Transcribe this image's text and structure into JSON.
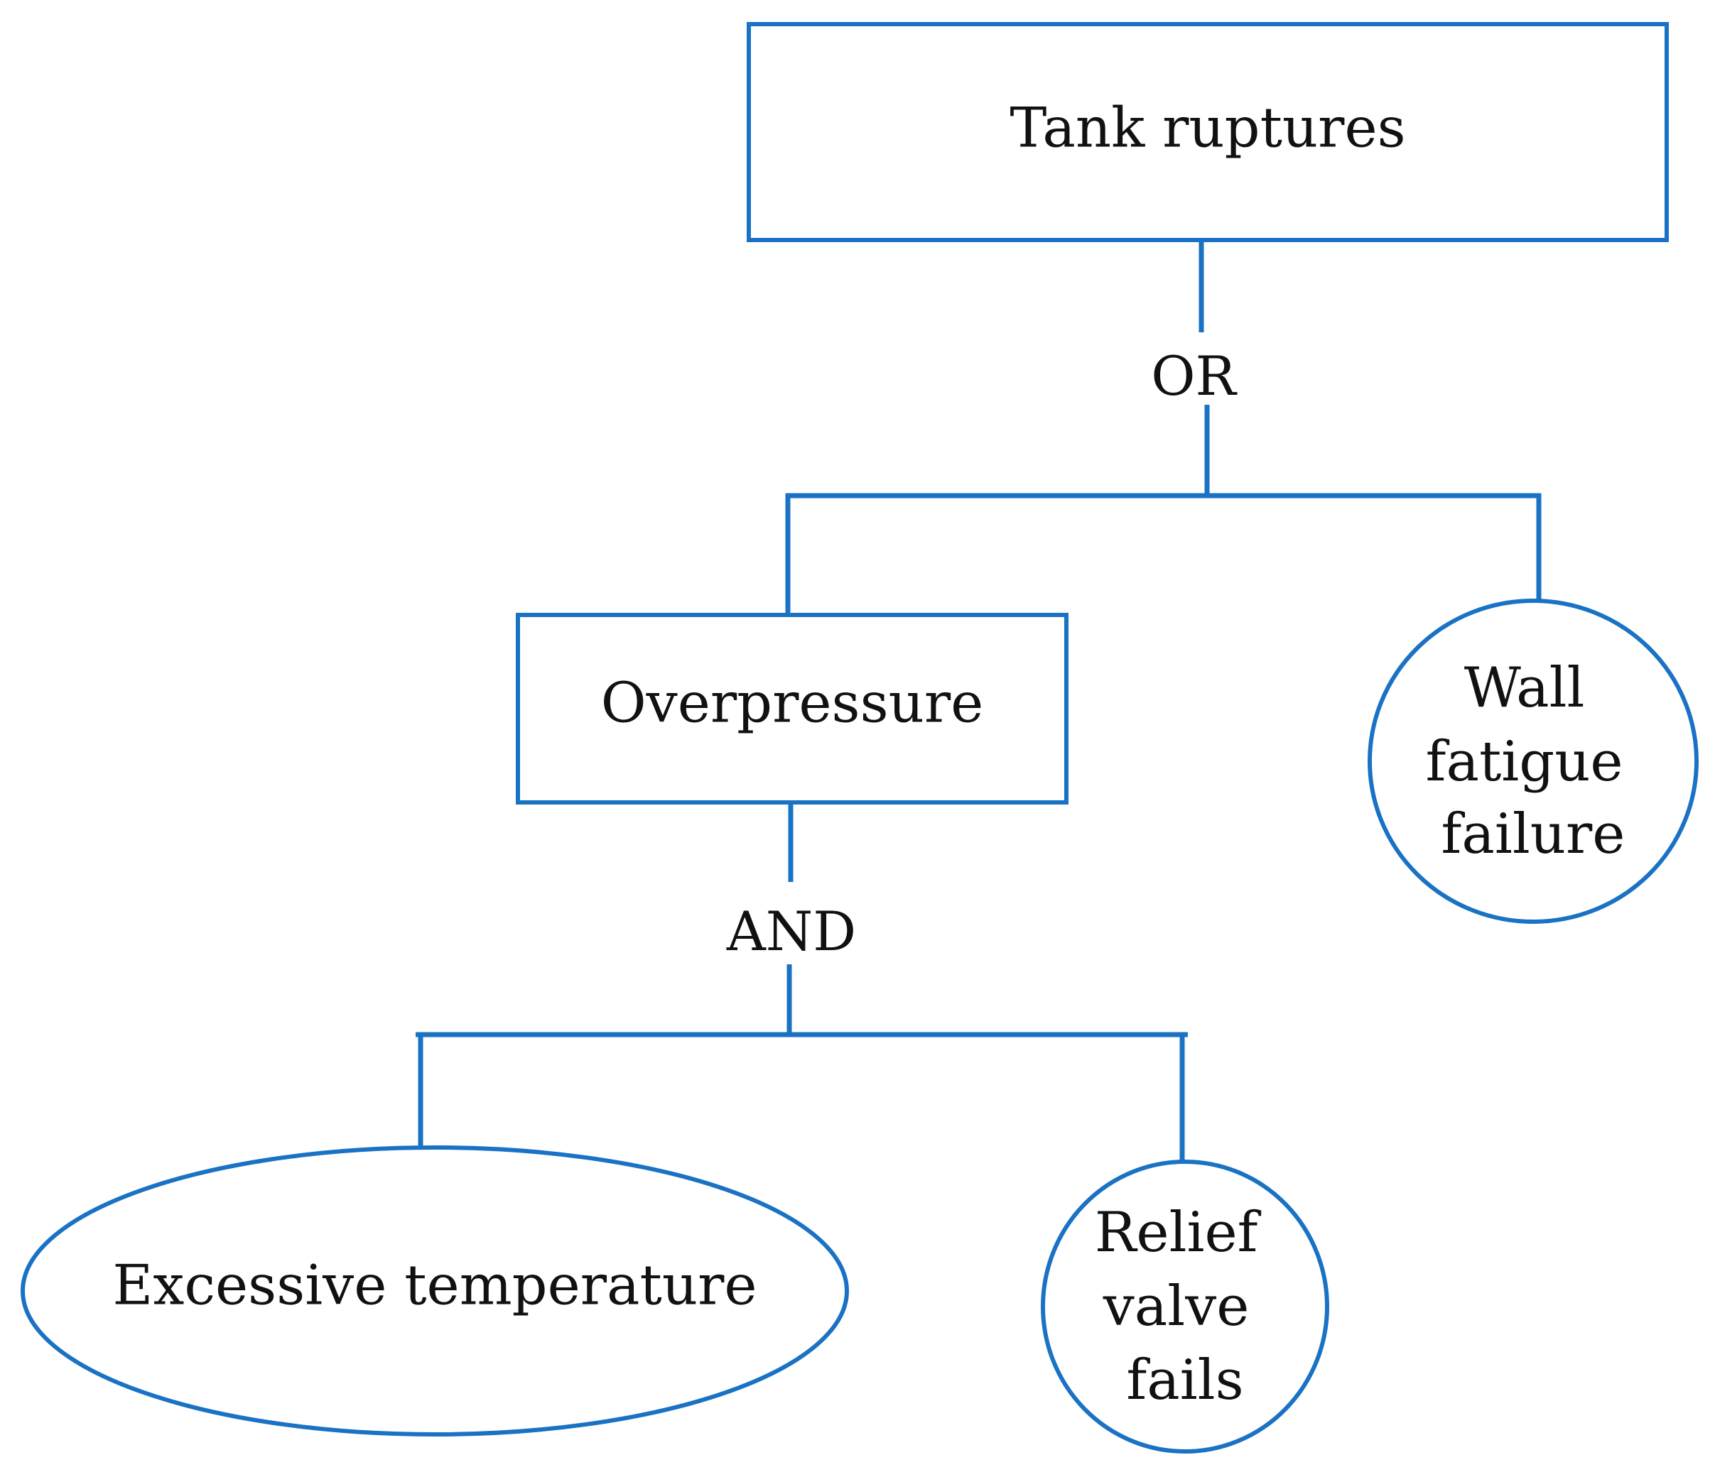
{
  "colors": {
    "line": "#1a72c4",
    "text": "#111111",
    "background": "#ffffff"
  },
  "nodes": {
    "top_event": {
      "label": "Tank ruptures"
    },
    "or_gate": {
      "label": "OR"
    },
    "overpressure": {
      "label": "Overpressure"
    },
    "wall_fatigue": {
      "lines": [
        "Wall",
        "fatigue",
        "failure"
      ]
    },
    "and_gate": {
      "label": "AND"
    },
    "excessive_temperature": {
      "label": "Excessive temperature"
    },
    "relief_valve": {
      "lines": [
        "Relief",
        "valve",
        "fails"
      ]
    }
  }
}
